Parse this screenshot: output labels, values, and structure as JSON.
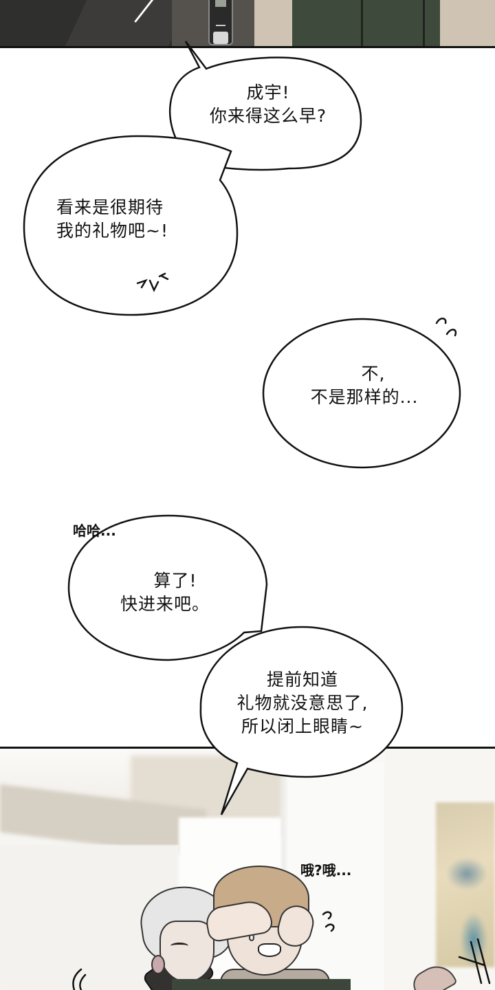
{
  "comic": {
    "panels": [
      {
        "id": "top-panel",
        "description": "dark scene with door lock and characters' coats"
      },
      {
        "id": "bottom-panel",
        "description": "living room, silver-haired man covering brown-haired man's eyes"
      }
    ],
    "bubbles": [
      {
        "id": "bubble-1",
        "lines": [
          "成宇!",
          "你来得这么早?"
        ]
      },
      {
        "id": "bubble-2",
        "lines": [
          "看来是很期待",
          "我的礼物吧~!"
        ]
      },
      {
        "id": "bubble-3",
        "lines": [
          "不,",
          "不是那样的..."
        ]
      },
      {
        "id": "bubble-4",
        "lines": [
          "算了!",
          "快进来吧。"
        ]
      },
      {
        "id": "bubble-5",
        "lines": [
          "提前知道",
          "礼物就没意思了,",
          "所以闭上眼睛~"
        ]
      }
    ],
    "sfx": {
      "haha": "哈哈...",
      "oh": "哦?哦...",
      "giggle_mark": "ᐟᐟ",
      "sweat_mark_1": "ᕦ",
      "sweat_mark_2": "ᕦ"
    }
  },
  "colors": {
    "bubble_fill": "#ffffff",
    "bubble_stroke": "#111111",
    "text": "#111111",
    "top_panel_dark": "#3a3a38",
    "wall_beige": "#cfc4b3",
    "jacket_green": "#3e4a3b",
    "hair_brown": "#c8ab88",
    "hair_silver": "#e6e6e6"
  }
}
